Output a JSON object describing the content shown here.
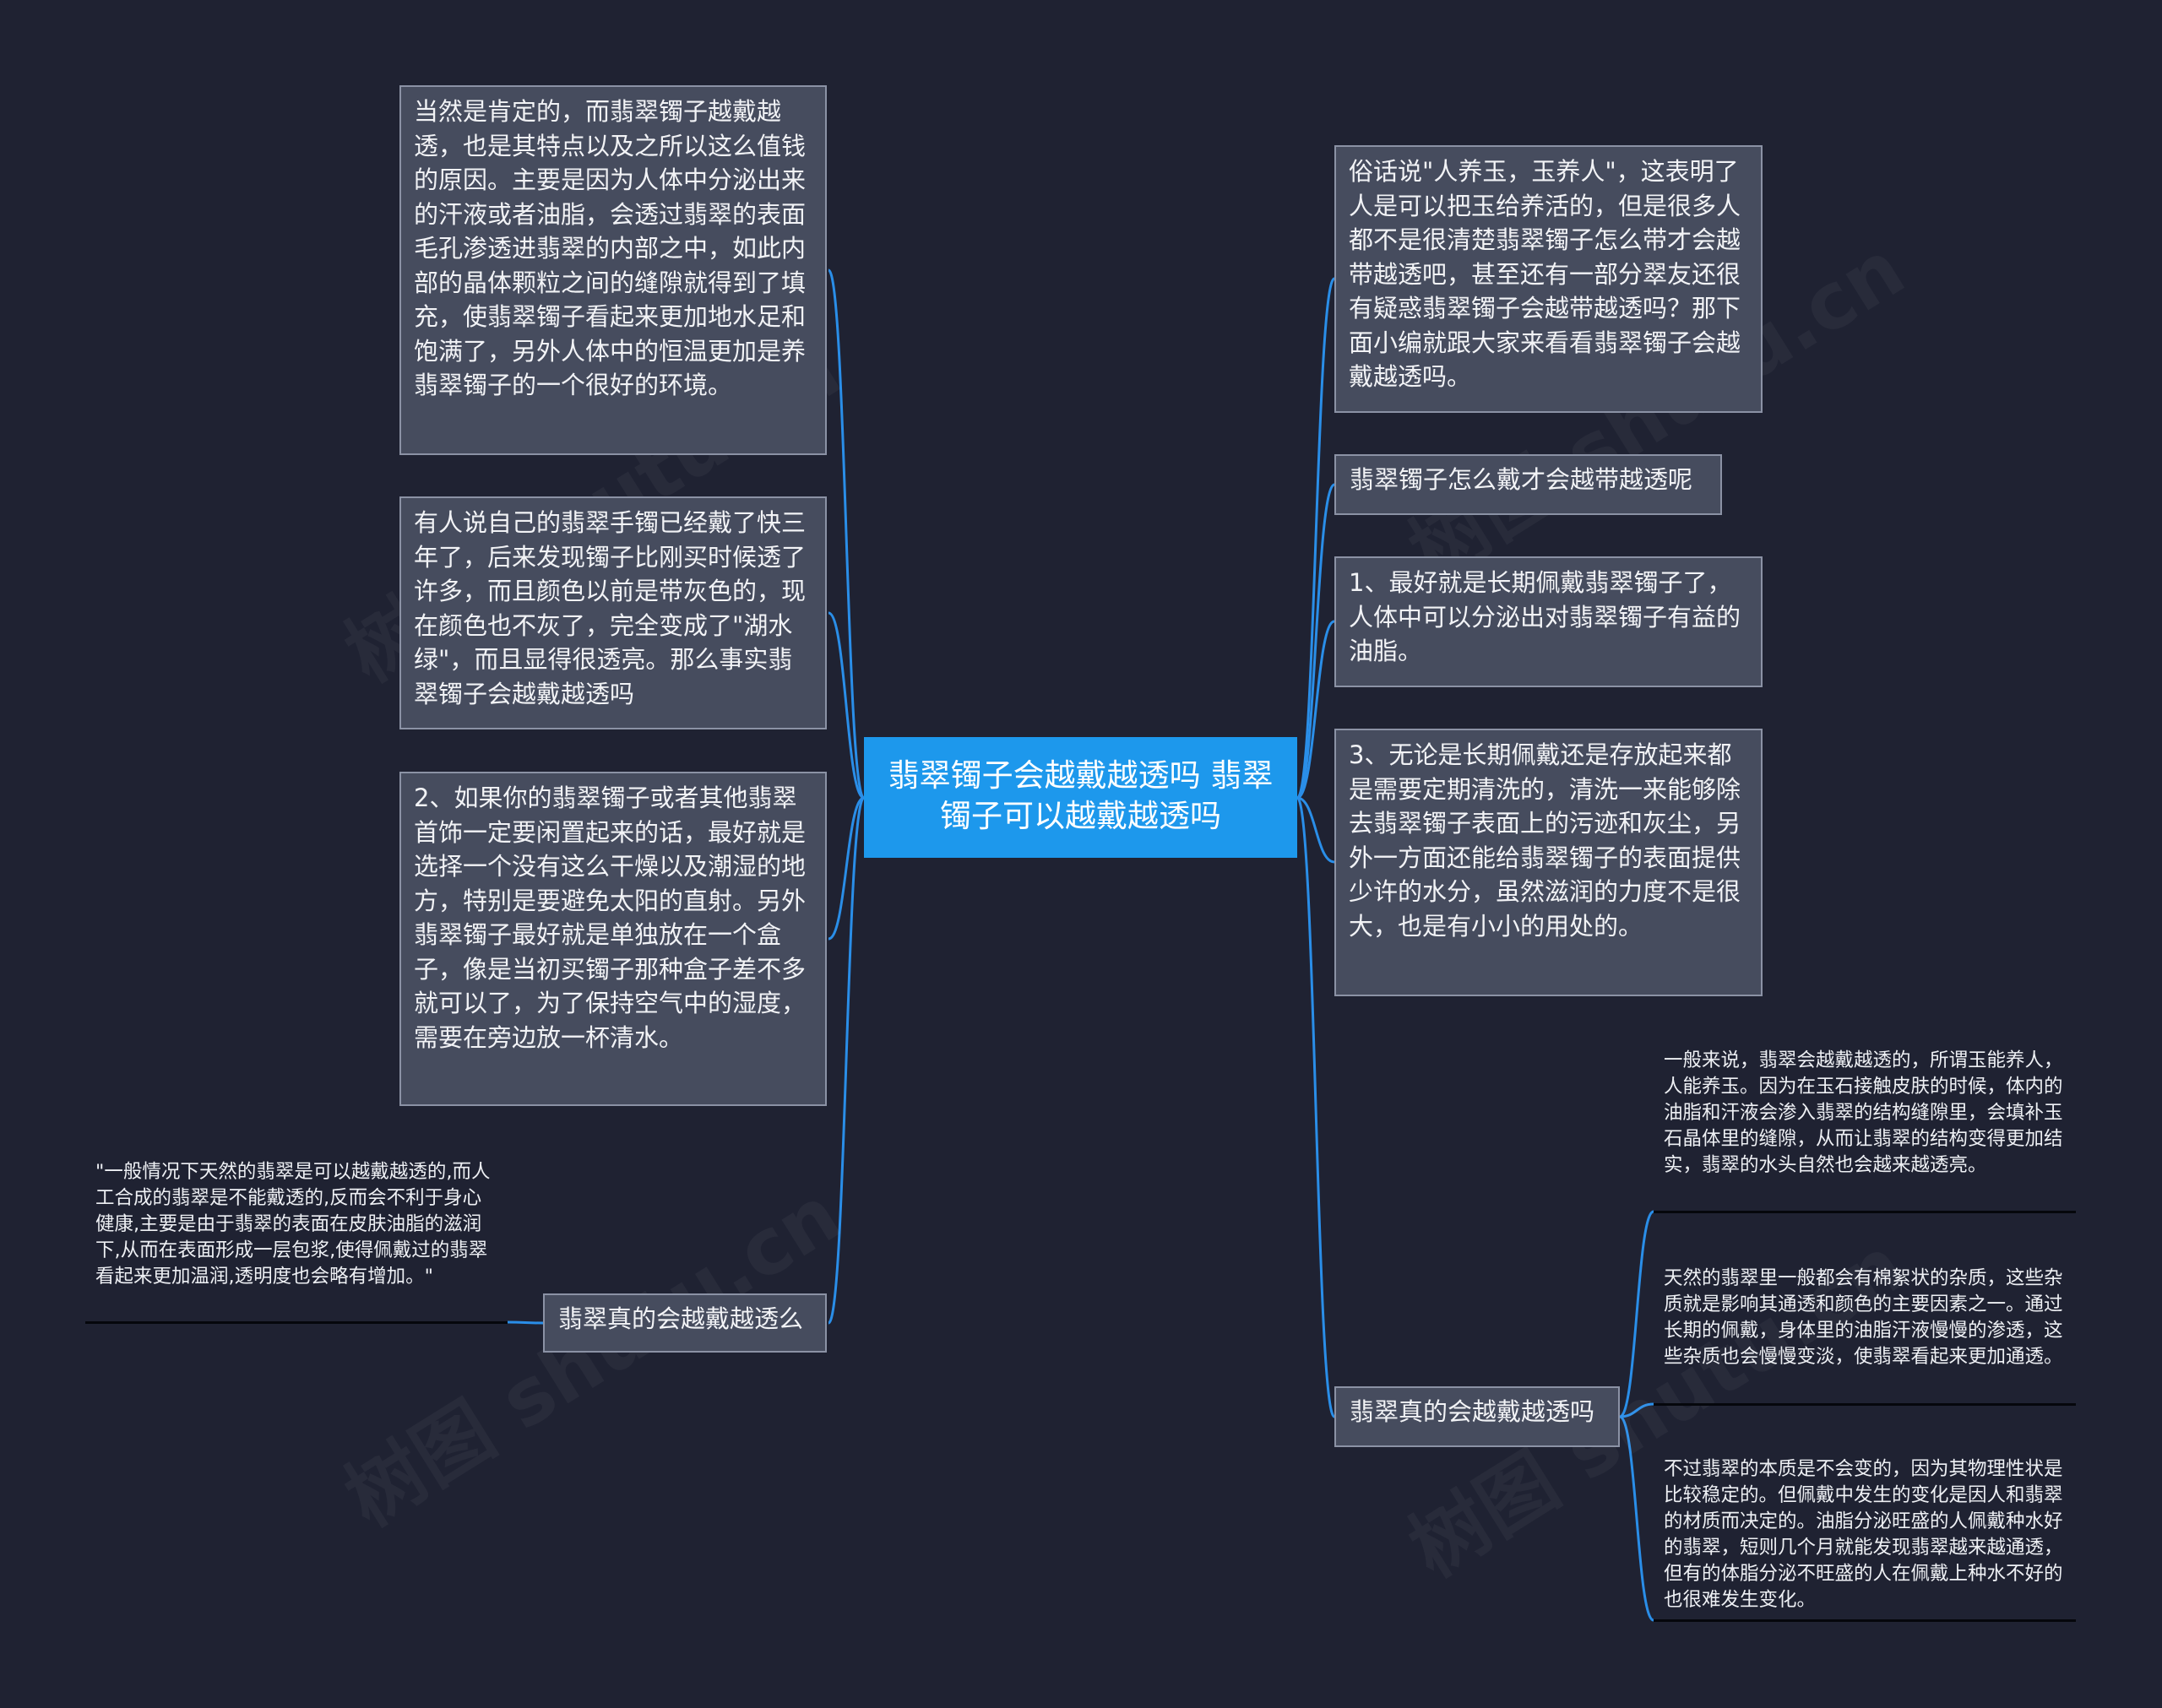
{
  "watermark": "树图 shutu.cn",
  "colors": {
    "background": "#1f2232",
    "root": "#1d98ec",
    "node": "#464c5e",
    "node_border": "#8b92a5",
    "connector": "#2a8ee8"
  },
  "root": {
    "text": "翡翠镯子会越戴越透吗  翡翠镯子可以越戴越透吗"
  },
  "left": [
    {
      "text": "当然是肯定的，而翡翠镯子越戴越透，也是其特点以及之所以这么值钱的原因。主要是因为人体中分泌出来的汗液或者油脂，会透过翡翠的表面毛孔渗透进翡翠的内部之中，如此内部的晶体颗粒之间的缝隙就得到了填充，使翡翠镯子看起来更加地水足和饱满了，另外人体中的恒温更加是养翡翠镯子的一个很好的环境。"
    },
    {
      "text": "有人说自己的翡翠手镯已经戴了快三年了，后来发现镯子比刚买时候透了许多，而且颜色以前是带灰色的，现在颜色也不灰了，完全变成了\"湖水绿\"，而且显得很透亮。那么事实翡翠镯子会越戴越透吗"
    },
    {
      "text": "2、如果你的翡翠镯子或者其他翡翠首饰一定要闲置起来的话，最好就是选择一个没有这么干燥以及潮湿的地方，特别是要避免太阳的直射。另外翡翠镯子最好就是单独放在一个盒子，像是当初买镯子那种盒子差不多就可以了，为了保持空气中的湿度，需要在旁边放一杯清水。"
    },
    {
      "text": "翡翠真的会越戴越透么"
    }
  ],
  "left_leaf": {
    "text": "\"一般情况下天然的翡翠是可以越戴越透的,而人工合成的翡翠是不能戴透的,反而会不利于身心健康,主要是由于翡翠的表面在皮肤油脂的滋润下,从而在表面形成一层包浆,使得佩戴过的翡翠看起来更加温润,透明度也会略有增加。\""
  },
  "right": [
    {
      "text": "俗话说\"人养玉，玉养人\"，这表明了人是可以把玉给养活的，但是很多人都不是很清楚翡翠镯子怎么带才会越带越透吧，甚至还有一部分翠友还很有疑惑翡翠镯子会越带越透吗？那下面小编就跟大家来看看翡翠镯子会越戴越透吗。"
    },
    {
      "text": "翡翠镯子怎么戴才会越带越透呢"
    },
    {
      "text": "1、最好就是长期佩戴翡翠镯子了，人体中可以分泌出对翡翠镯子有益的油脂。"
    },
    {
      "text": " 3、无论是长期佩戴还是存放起来都是需要定期清洗的，清洗一来能够除去翡翠镯子表面上的污迹和灰尘，另外一方面还能给翡翠镯子的表面提供少许的水分，虽然滋润的力度不是很大，也是有小小的用处的。"
    },
    {
      "text": "翡翠真的会越戴越透吗"
    }
  ],
  "right_leaves": [
    {
      "text": "一般来说，翡翠会越戴越透的，所谓玉能养人，人能养玉。因为在玉石接触皮肤的时候，体内的油脂和汗液会渗入翡翠的结构缝隙里，会填补玉石晶体里的缝隙，从而让翡翠的结构变得更加结实，翡翠的水头自然也会越来越透亮。"
    },
    {
      "text": "天然的翡翠里一般都会有棉絮状的杂质，这些杂质就是影响其通透和颜色的主要因素之一。通过长期的佩戴，身体里的油脂汗液慢慢的渗透，这些杂质也会慢慢变淡，使翡翠看起来更加通透。"
    },
    {
      "text": "不过翡翠的本质是不会变的，因为其物理性状是比较稳定的。但佩戴中发生的变化是因人和翡翠的材质而决定的。油脂分泌旺盛的人佩戴种水好的翡翠，短则几个月就能发现翡翠越来越通透，但有的体脂分泌不旺盛的人在佩戴上种水不好的也很难发生变化。"
    }
  ]
}
